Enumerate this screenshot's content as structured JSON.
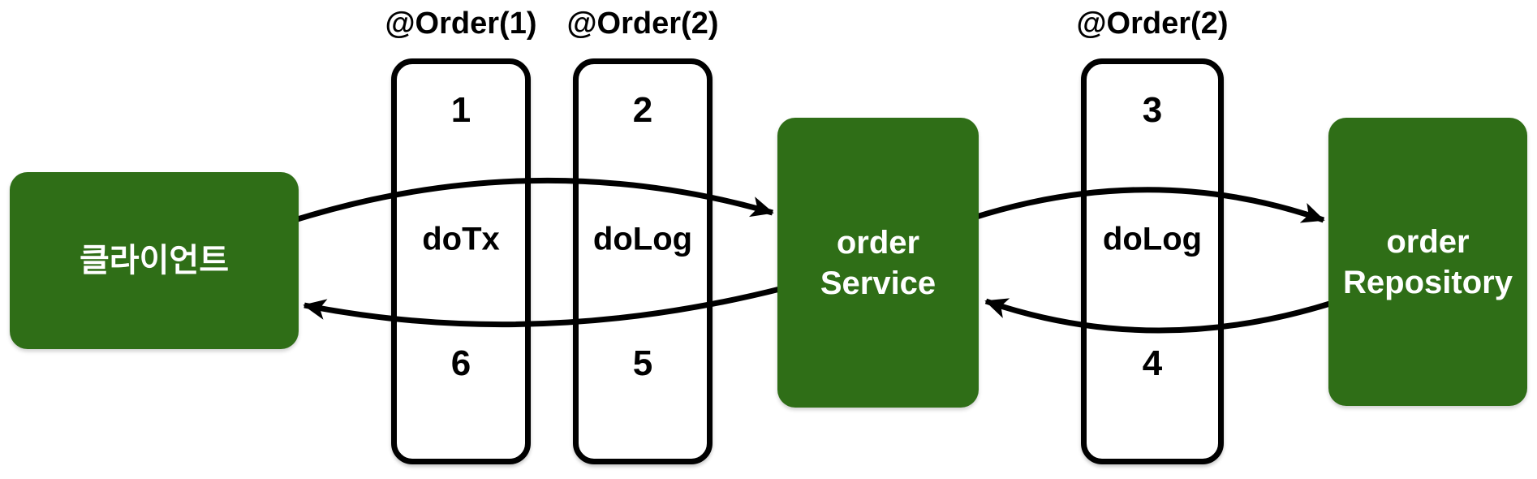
{
  "colors": {
    "node_fill": "#2f6e17",
    "node_text": "#ffffff",
    "line": "#000000",
    "background": "#ffffff"
  },
  "nodes": {
    "client": {
      "label": "클라이언트"
    },
    "service": {
      "label_line1": "order",
      "label_line2": "Service"
    },
    "repository": {
      "label_line1": "order",
      "label_line2": "Repository"
    }
  },
  "advices": [
    {
      "annotation": "@Order(1)",
      "call_seq": "1",
      "method": "doTx",
      "return_seq": "6"
    },
    {
      "annotation": "@Order(2)",
      "call_seq": "2",
      "method": "doLog",
      "return_seq": "5"
    },
    {
      "annotation": "@Order(2)",
      "call_seq": "3",
      "method": "doLog",
      "return_seq": "4"
    }
  ],
  "arrows": [
    {
      "name": "client-to-service",
      "direction": "forward"
    },
    {
      "name": "service-to-client",
      "direction": "return"
    },
    {
      "name": "service-to-repository",
      "direction": "forward"
    },
    {
      "name": "repository-to-service",
      "direction": "return"
    }
  ]
}
